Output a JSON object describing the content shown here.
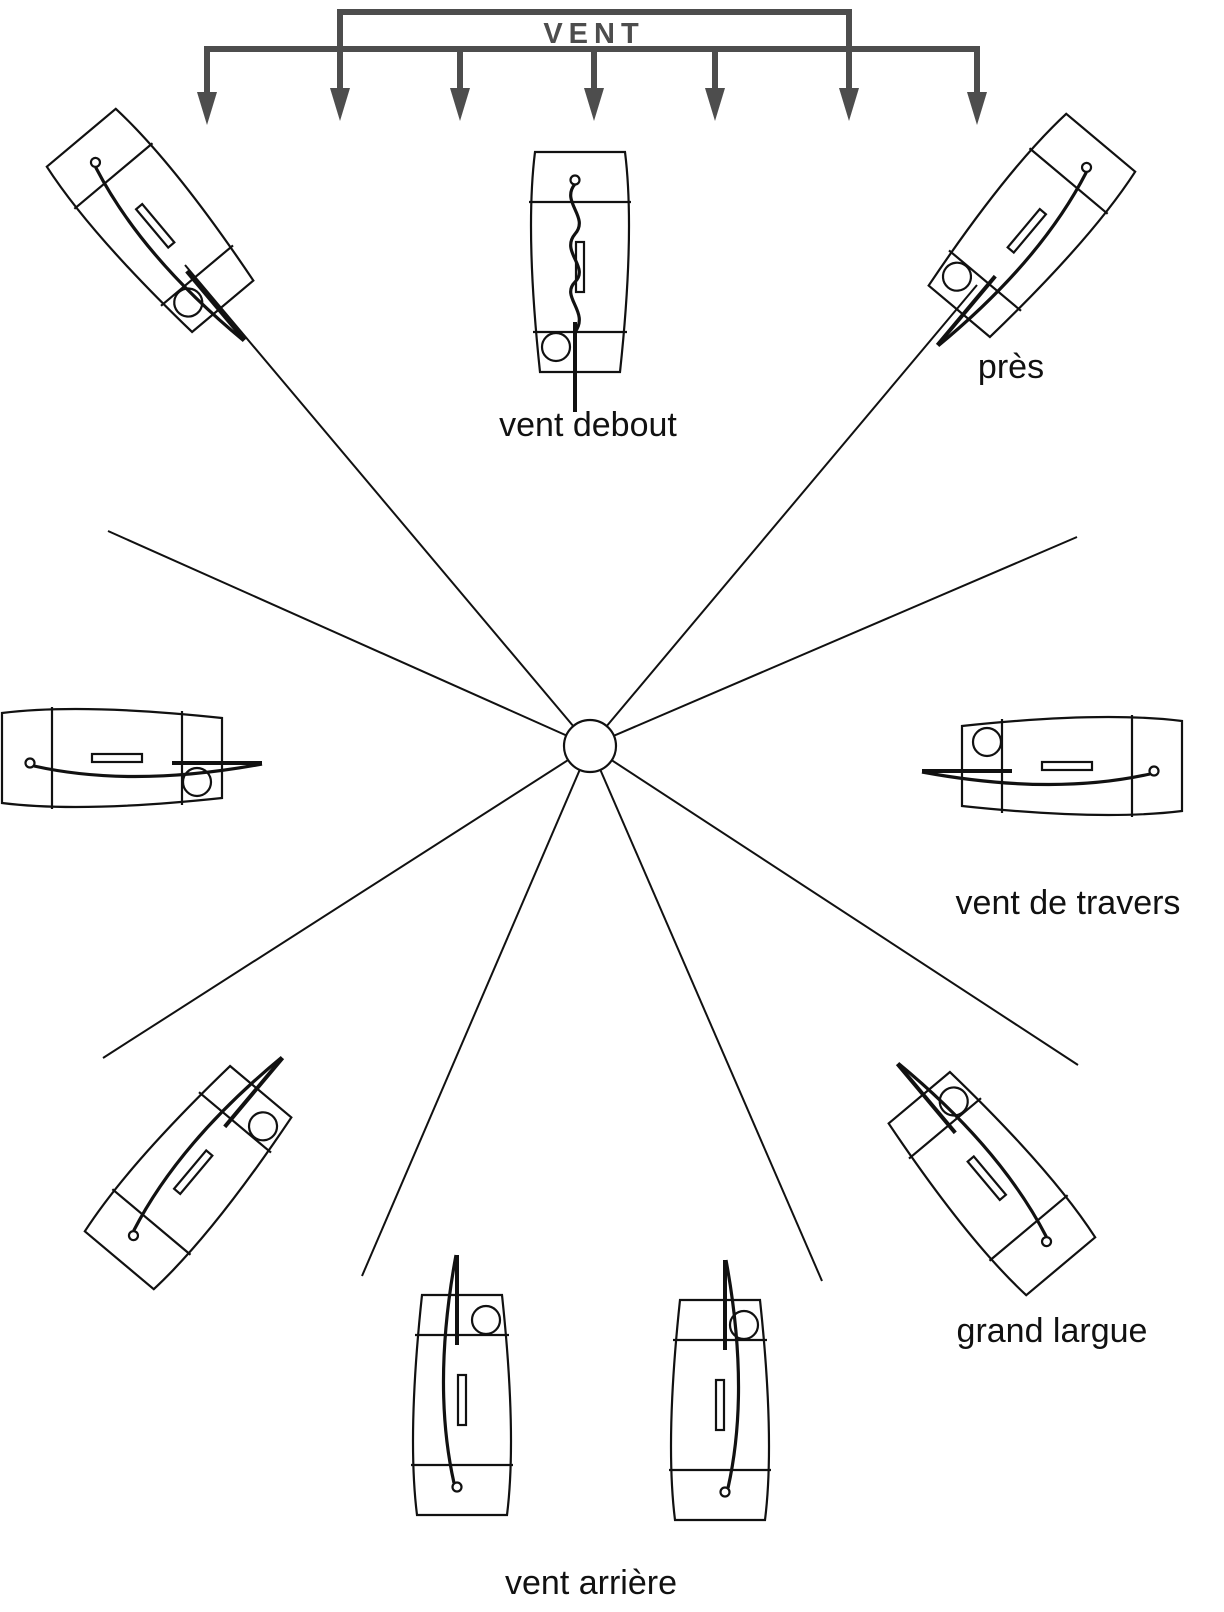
{
  "diagram": {
    "wind_title": "VENT",
    "colors": {
      "ink": "#111111",
      "wind_bracket": "#4d4d4d",
      "background": "#ffffff"
    },
    "labels": {
      "head_to_wind": "vent debout",
      "close_hauled": "près",
      "beam_reach": "vent de travers",
      "broad_reach": "grand largue",
      "running": "vent arrière"
    }
  }
}
